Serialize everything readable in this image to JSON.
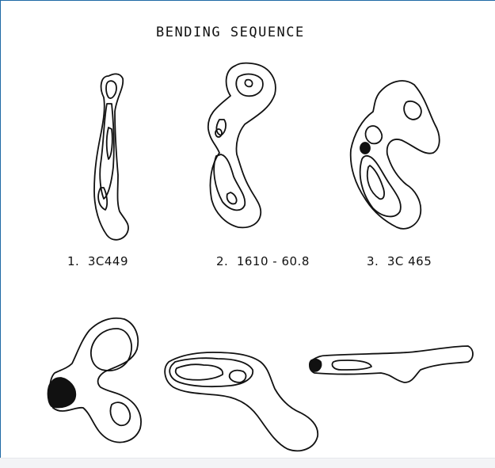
{
  "figure": {
    "title": "BENDING SEQUENCE",
    "captions": [
      "1.  3C449",
      "2.  1610 - 60.8",
      "3.  3C 465"
    ]
  },
  "colors": {
    "ink": "#111111",
    "frame": "#1f6aa5",
    "background": "#ffffff"
  }
}
